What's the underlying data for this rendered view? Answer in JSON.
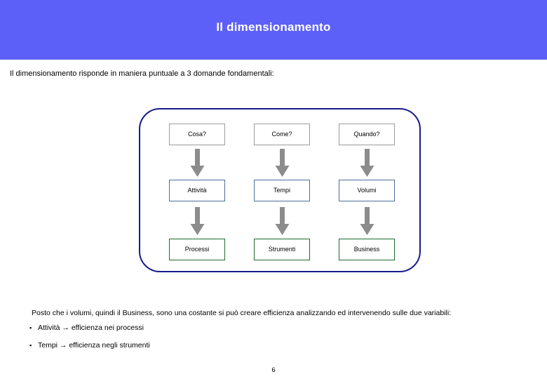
{
  "slide": {
    "title": "Il dimensionamento",
    "intro": "Il dimensionamento risponde in maniera puntuale a 3 domande fondamentali:",
    "page_number": "6",
    "colors": {
      "title_band": "#5d60f8",
      "title_text": "#ffffff",
      "frame_border": "#161c8c",
      "row0_border": "#9b9b9b",
      "row1_border": "#4a6f9c",
      "row2_border": "#1d6b2c",
      "arrow_fill": "#8c8c8c",
      "body_text": "#000000"
    }
  },
  "diagram": {
    "columns": [
      {
        "question": "Cosa?",
        "answer": "Attività",
        "outcome": "Processi"
      },
      {
        "question": "Come?",
        "answer": "Tempi",
        "outcome": "Strumenti"
      },
      {
        "question": "Quando?",
        "answer": "Volumi",
        "outcome": "Business"
      }
    ],
    "arrow_icon": "arrow-down-icon"
  },
  "conclusion": {
    "lead": "Posto che i volumi, quindi il Business, sono una costante si può creare efficienza analizzando ed intervenendo sulle due variabili:",
    "bullet_mark": "▪",
    "bullets": [
      "Attività → efficienza nei processi",
      "Tempi → efficienza negli strumenti"
    ]
  }
}
